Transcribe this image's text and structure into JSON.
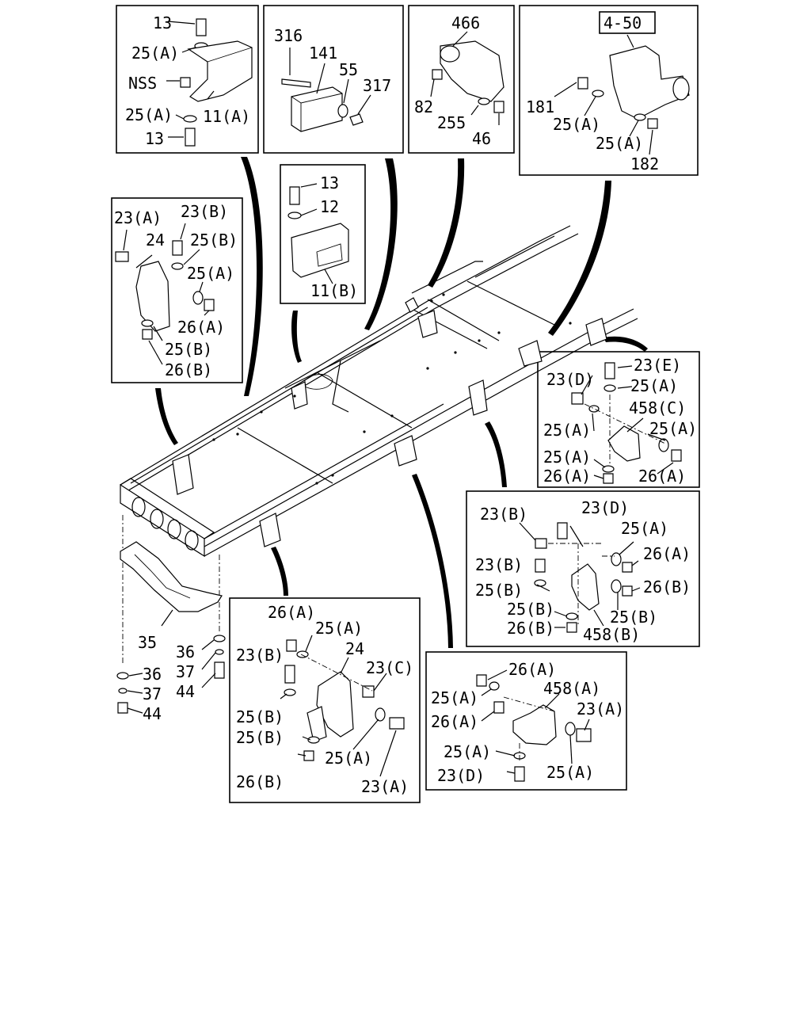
{
  "panel_a": {
    "l13_top": "13",
    "l25a_top": "25(A)",
    "lnss": "NSS",
    "l25a_bot": "25(A)",
    "l11a": "11(A)",
    "l13_bot": "13"
  },
  "panel_b": {
    "l316": "316",
    "l141": "141",
    "l55": "55",
    "l317": "317"
  },
  "panel_c": {
    "l466": "466",
    "l82": "82",
    "l255": "255",
    "l46": "46"
  },
  "panel_d": {
    "ref": "4-50",
    "l181": "181",
    "l25a_1": "25(A)",
    "l25a_2": "25(A)",
    "l182": "182"
  },
  "panel_e": {
    "l13": "13",
    "l12": "12",
    "l11b": "11(B)"
  },
  "panel_f": {
    "l23a": "23(A)",
    "l23b": "23(B)",
    "l24": "24",
    "l25b_1": "25(B)",
    "l25a": "25(A)",
    "l26a": "26(A)",
    "l25b_2": "25(B)",
    "l26b": "26(B)"
  },
  "panel_g": {
    "l23d": "23(D)",
    "l23e": "23(E)",
    "l25a_1": "25(A)",
    "l458c": "458(C)",
    "l25a_2": "25(A)",
    "l25a_3": "25(A)",
    "l25a_4": "25(A)",
    "l26a_1": "26(A)",
    "l26a_2": "26(A)"
  },
  "panel_h": {
    "l23b_1": "23(B)",
    "l23d": "23(D)",
    "l25a": "25(A)",
    "l26a": "26(A)",
    "l23b_2": "23(B)",
    "l25b_1": "25(B)",
    "l26b_1": "26(B)",
    "l25b_2": "25(B)",
    "l25b_3": "25(B)",
    "l26b_2": "26(B)",
    "l458b": "458(B)"
  },
  "panel_i": {
    "l26a": "26(A)",
    "l25a_1": "25(A)",
    "l24": "24",
    "l23b": "23(B)",
    "l23c": "23(C)",
    "l25b_1": "25(B)",
    "l25b_2": "25(B)",
    "l25a_2": "25(A)",
    "l26b": "26(B)",
    "l23a": "23(A)"
  },
  "panel_j": {
    "l26a_1": "26(A)",
    "l25a_1": "25(A)",
    "l458a": "458(A)",
    "l26a_2": "26(A)",
    "l23a": "23(A)",
    "l25a_2": "25(A)",
    "l23d": "23(D)",
    "l25a_3": "25(A)"
  },
  "loose": {
    "l35": "35",
    "l36_r": "36",
    "l37_r": "37",
    "l44_r": "44",
    "l36_l": "36",
    "l37_l": "37",
    "l44_l": "44"
  }
}
